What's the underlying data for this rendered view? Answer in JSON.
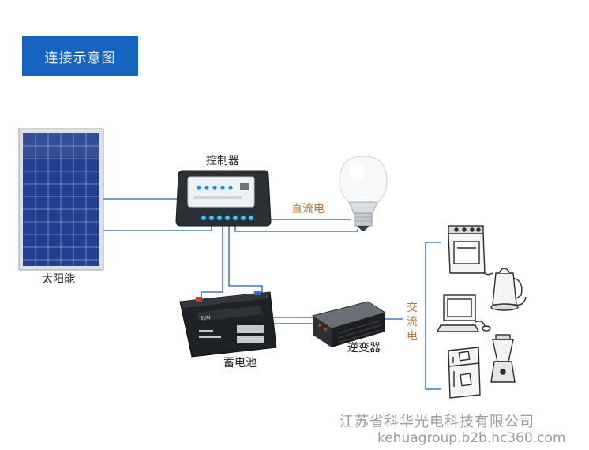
{
  "header": {
    "title": "连接示意图"
  },
  "labels": {
    "controller": "控制器",
    "dc": "直流电",
    "solar": "太阳能",
    "battery": "蓄电池",
    "inverter": "逆变器",
    "ac": "交流电"
  },
  "watermark": {
    "company": "江苏省科华光电科技有限公司",
    "url": "kehuagroup.b2b.hc360.com"
  },
  "colors": {
    "banner": "#1565c0",
    "wire": "#1e5fa8",
    "accent_label": "#b5783a"
  },
  "icons": [
    "solar-panel-icon",
    "controller-icon",
    "bulb-icon",
    "battery-icon",
    "inverter-icon",
    "stove-icon",
    "kettle-icon",
    "computer-icon",
    "fridge-icon",
    "blender-icon"
  ]
}
